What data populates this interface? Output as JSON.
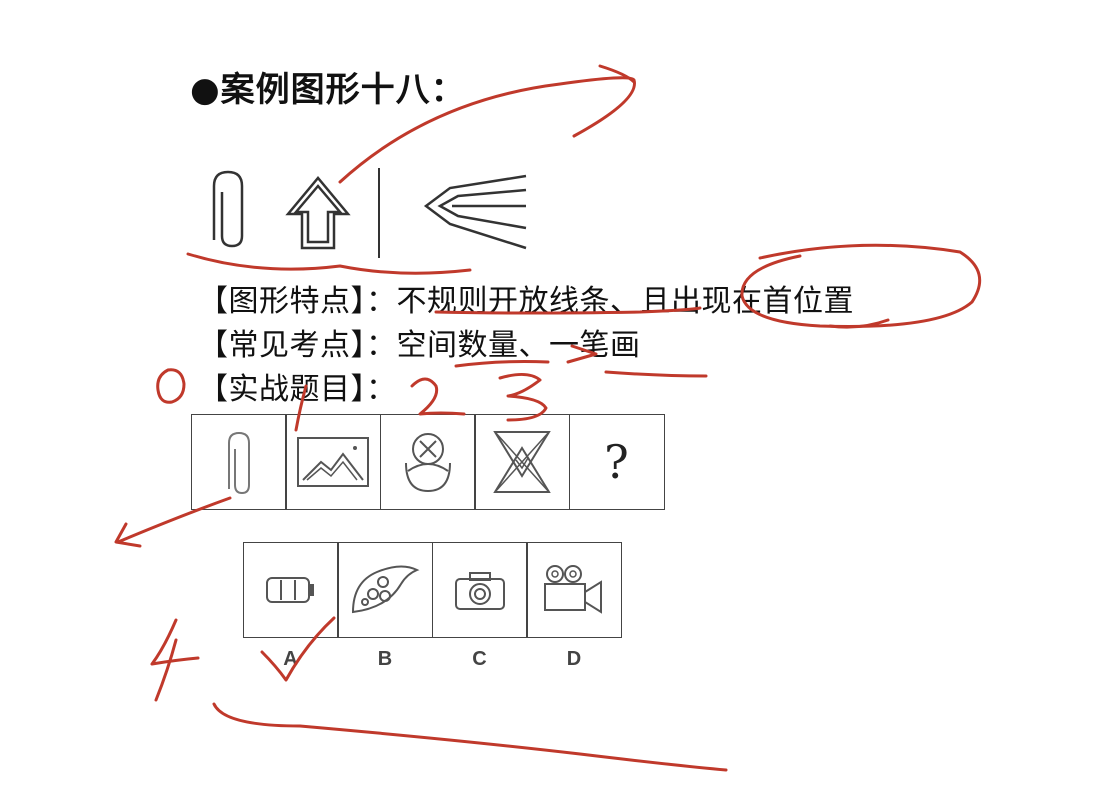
{
  "title": "●案例图形十八：",
  "lines": {
    "features": "【图形特点】：不规则开放线条、且出现在首位置",
    "common": "【常见考点】：空间数量、一笔画",
    "practice": "【实战题目】："
  },
  "question": {
    "icons": [
      "paperclip-icon",
      "landscape-picture-icon",
      "circle-x-shield-icon",
      "hourglass-triangles-icon"
    ],
    "unknown": "?"
  },
  "options": {
    "icons": [
      "battery-icon",
      "paint-palette-icon",
      "camera-icon",
      "video-camera-icon"
    ],
    "labels": [
      "A",
      "B",
      "C",
      "D"
    ]
  },
  "colors": {
    "annotation": "#c0392b",
    "line": "#444444"
  }
}
